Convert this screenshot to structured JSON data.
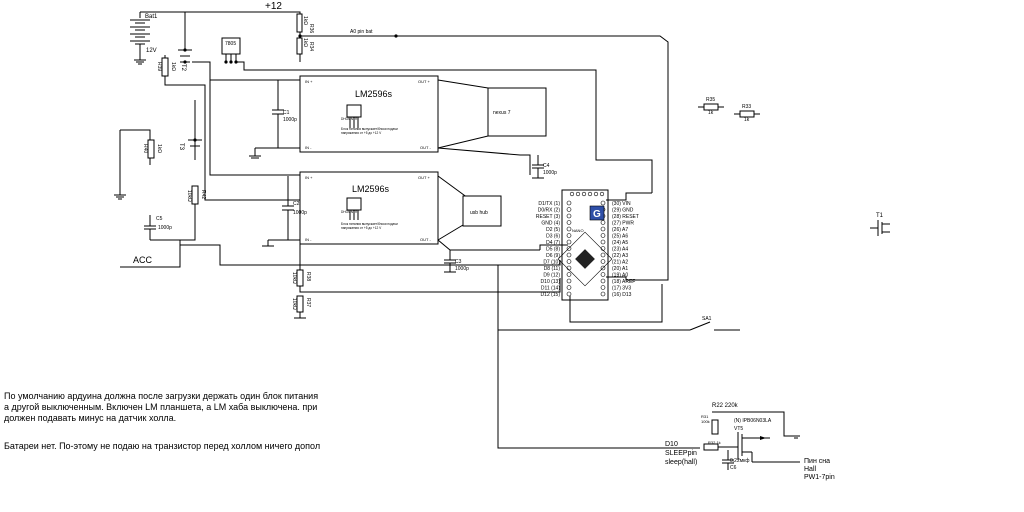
{
  "supply": {
    "label": "+12"
  },
  "battery": {
    "ref": "Bat1",
    "voltage": "12V"
  },
  "regulator": {
    "label": "7805"
  },
  "a0_net": {
    "label": "A0 pin bat"
  },
  "acc_net": {
    "label": "ACC"
  },
  "resistors": [
    {
      "ref": "R36",
      "value": "1kΩ"
    },
    {
      "ref": "R34",
      "value": "1kΩ"
    },
    {
      "ref": "R35",
      "value": "1k"
    },
    {
      "ref": "R33",
      "value": "1k"
    },
    {
      "ref": "R39",
      "value": "1kΩ"
    },
    {
      "ref": "R38",
      "value": "10kΩ"
    },
    {
      "ref": "R40",
      "value": "1kΩ"
    },
    {
      "ref": "R42",
      "value": "10kΩ"
    },
    {
      "ref": "R41",
      "value": "1kΩ"
    },
    {
      "ref": "R37",
      "value": "10kΩ"
    }
  ],
  "transistors": [
    {
      "ref": "T2"
    },
    {
      "ref": "T3"
    },
    {
      "ref": "T1"
    }
  ],
  "capacitors": [
    {
      "ref": "C1",
      "value": "1000p"
    },
    {
      "ref": "C2",
      "value": "1000p"
    },
    {
      "ref": "C3",
      "value": "1000p"
    },
    {
      "ref": "C4",
      "value": "1000p"
    },
    {
      "ref": "C5",
      "value": "1000p"
    },
    {
      "ref": "C6",
      "value": "0,22мкф"
    }
  ],
  "converters": [
    {
      "name": "LM2596s",
      "vin": "IN +",
      "vout": "OUT +",
      "gin": "IN -",
      "gout": "OUT -",
      "brand": "DHGMNTR",
      "desc1": "Блок питания выпускает/блоки подачи",
      "desc2": "напряжения от +5 до +12 V"
    },
    {
      "name": "LM2596s",
      "vin": "IN +",
      "vout": "OUT +",
      "gin": "IN -",
      "gout": "OUT -",
      "brand": "DHGMNTR",
      "desc1": "Блок питания выпускает/блоки подачи",
      "desc2": "напряжения от +5 до +12 V"
    }
  ],
  "loads": [
    {
      "label": "nexus 7"
    },
    {
      "label": "usb hub"
    }
  ],
  "arduino": {
    "left_pins": [
      "D1/TX (1)",
      "D0/RX (2)",
      "RESET (3)",
      "GND (4)",
      "D2 (5)",
      "D3 (6)",
      "D4 (7)",
      "D5 (8)",
      "D6 (9)",
      "D7 (10)",
      "D8 (11)",
      "D9 (12)",
      "D10 (13)",
      "D11 (14)",
      "D12 (15)"
    ],
    "right_pins": [
      "(30) VIN",
      "(29) GND",
      "(28) RESET",
      "(27) PWR",
      "(26) A7",
      "(25) A6",
      "(24) A5",
      "(23) A4",
      "(22) A3",
      "(21) A2",
      "(20) A1",
      "(19) A0",
      "(18) AREF",
      "(17) 3V3",
      "(16) D13"
    ],
    "board_text": "NANO",
    "logo": "G"
  },
  "switch": {
    "ref": "SA1"
  },
  "sleep": {
    "r22": "R22 220k",
    "r31_ref": "R31",
    "r31_value": "100k",
    "vt5": "VT5",
    "part": "(N) IPB06N03LA",
    "r32": "R32 1k",
    "d10": "D10",
    "sleep_pin": "SLEEPpin",
    "sleep_hall": "sleep(hall)",
    "hall1": "Пин сна",
    "hall2": "Hall",
    "hall3": "PW1-7pin"
  },
  "notes": [
    "По умолчанию ардуина должна после загрузки держать один блок питания включенным,",
    "а другой выключенным. Включен LM планшета, а LM хаба выключена. при",
    "должен подавать минус на датчик холла.",
    "",
    "Батареи нет. По-этому не подаю на транзистор перед холлом ничего дополнительно"
  ]
}
